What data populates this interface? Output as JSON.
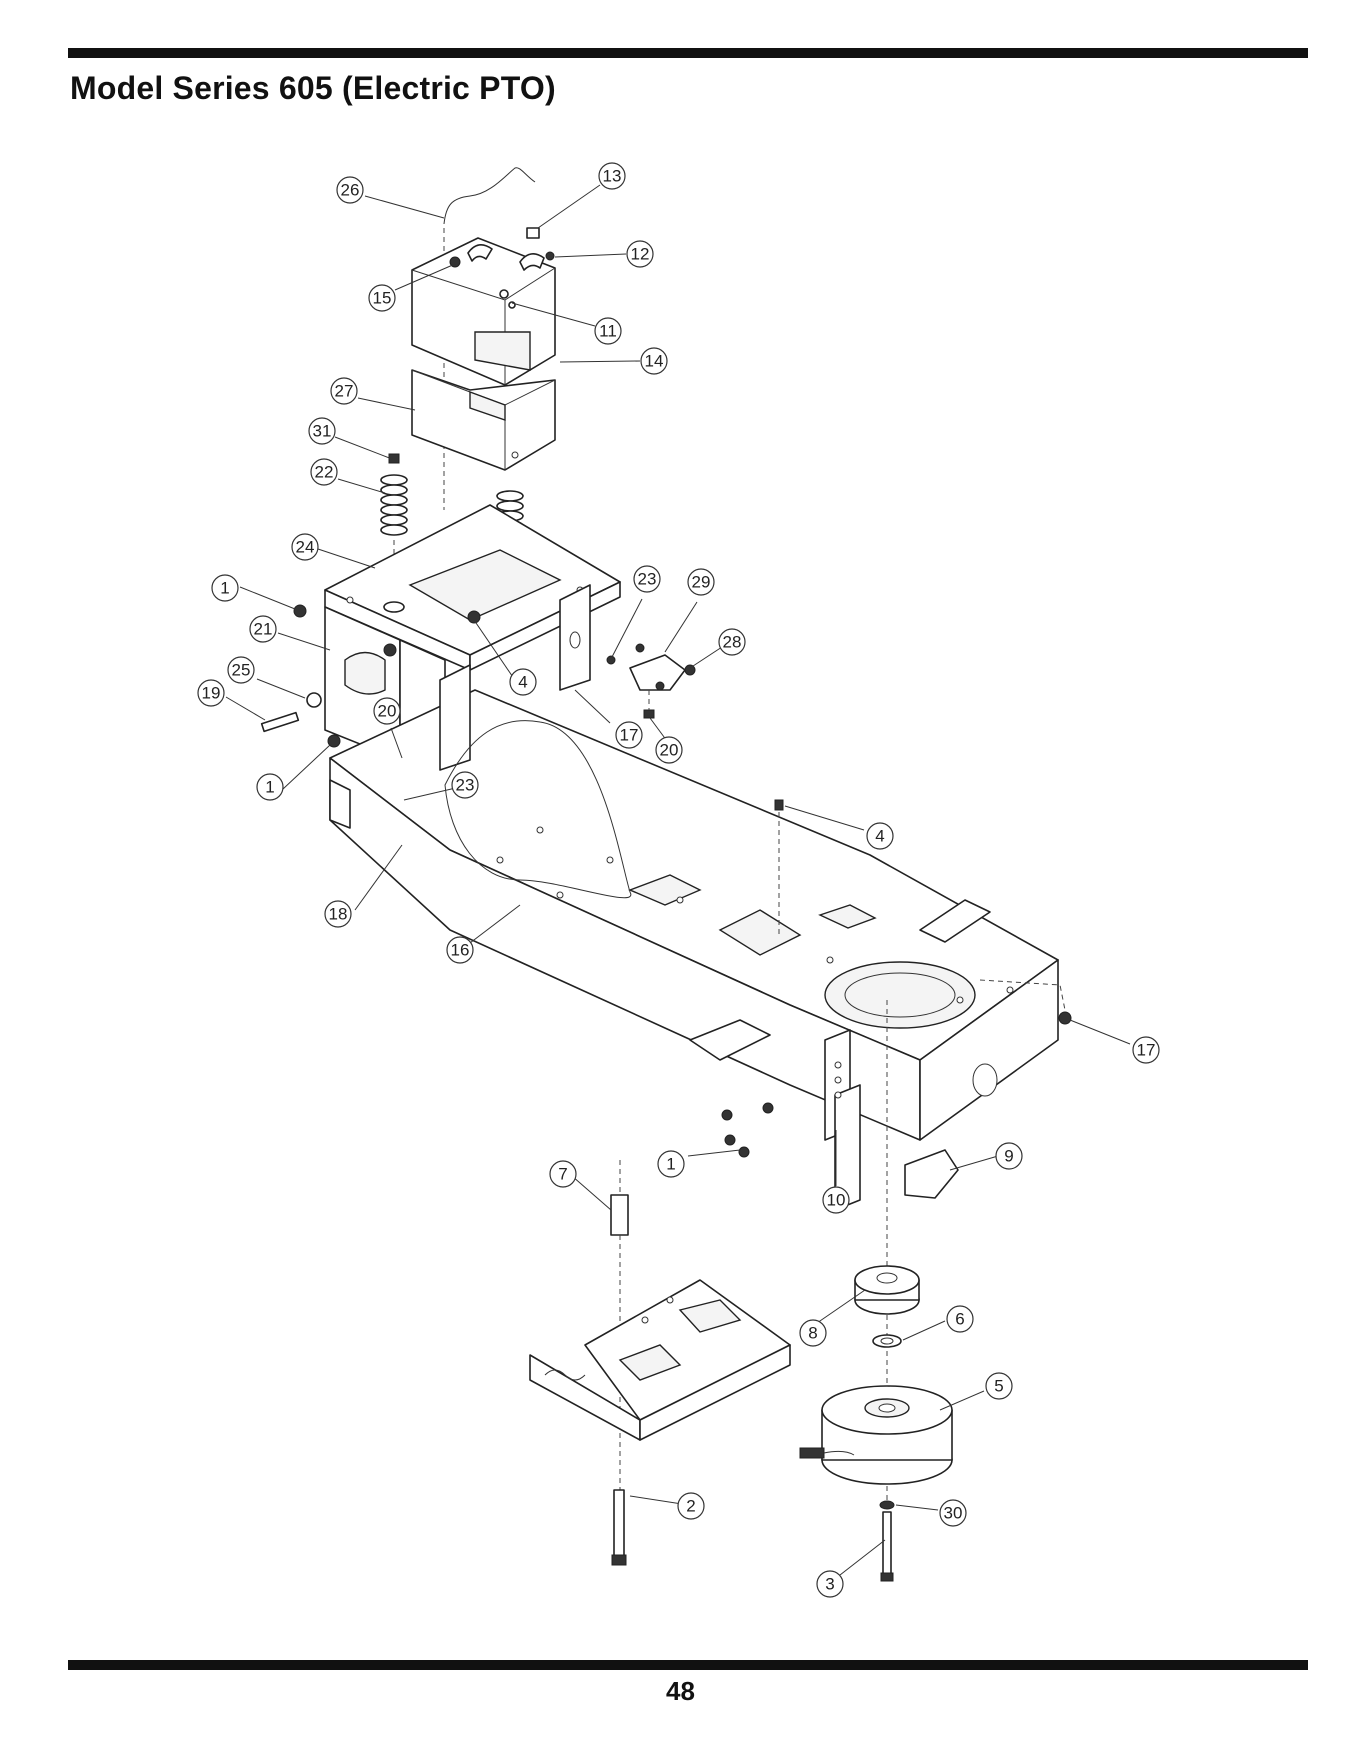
{
  "header": {
    "title": "Model Series 605 (Electric PTO)"
  },
  "footer": {
    "page_number": "48"
  },
  "diagram": {
    "callouts": [
      {
        "id": "c26",
        "label": "26",
        "target": "battery-cable"
      },
      {
        "id": "c13",
        "label": "13",
        "target": "terminal-cover"
      },
      {
        "id": "c12",
        "label": "12",
        "target": "hex-nut"
      },
      {
        "id": "c15",
        "label": "15",
        "target": "battery-bolt"
      },
      {
        "id": "c11",
        "label": "11",
        "target": "terminal-bolt"
      },
      {
        "id": "c14",
        "label": "14",
        "target": "battery"
      },
      {
        "id": "c27",
        "label": "27",
        "target": "battery-tray"
      },
      {
        "id": "c31",
        "label": "31",
        "target": "seat-nut"
      },
      {
        "id": "c22",
        "label": "22",
        "target": "seat-spring"
      },
      {
        "id": "c24",
        "label": "24",
        "target": "seat-pan"
      },
      {
        "id": "c1a",
        "label": "1",
        "target": "hex-bolt"
      },
      {
        "id": "c21",
        "label": "21",
        "target": "support-bracket"
      },
      {
        "id": "c25",
        "label": "25",
        "target": "spacer"
      },
      {
        "id": "c19",
        "label": "19",
        "target": "shoulder-bolt"
      },
      {
        "id": "c20a",
        "label": "20",
        "target": "lock-nut"
      },
      {
        "id": "c1b",
        "label": "1",
        "target": "hex-bolt"
      },
      {
        "id": "c23a",
        "label": "23",
        "target": "washer"
      },
      {
        "id": "c18",
        "label": "18",
        "target": "screw"
      },
      {
        "id": "c16",
        "label": "16",
        "target": "frame"
      },
      {
        "id": "c4a",
        "label": "4",
        "target": "flange-nut"
      },
      {
        "id": "c23b",
        "label": "23",
        "target": "washer"
      },
      {
        "id": "c29",
        "label": "29",
        "target": "seat-switch"
      },
      {
        "id": "c28",
        "label": "28",
        "target": "switch-screw"
      },
      {
        "id": "c17a",
        "label": "17",
        "target": "nut"
      },
      {
        "id": "c20b",
        "label": "20",
        "target": "lock-nut"
      },
      {
        "id": "c4b",
        "label": "4",
        "target": "flange-nut"
      },
      {
        "id": "c17b",
        "label": "17",
        "target": "nut"
      },
      {
        "id": "c1c",
        "label": "1",
        "target": "hex-bolt"
      },
      {
        "id": "c7",
        "label": "7",
        "target": "spacer-tube"
      },
      {
        "id": "c10",
        "label": "10",
        "target": "bracket"
      },
      {
        "id": "c9",
        "label": "9",
        "target": "pto-bracket"
      },
      {
        "id": "c8",
        "label": "8",
        "target": "pulley"
      },
      {
        "id": "c6",
        "label": "6",
        "target": "spacer-washer"
      },
      {
        "id": "c5",
        "label": "5",
        "target": "electric-pto-clutch"
      },
      {
        "id": "c2",
        "label": "2",
        "target": "bolt"
      },
      {
        "id": "c30",
        "label": "30",
        "target": "washer"
      },
      {
        "id": "c3",
        "label": "3",
        "target": "bolt"
      }
    ]
  }
}
